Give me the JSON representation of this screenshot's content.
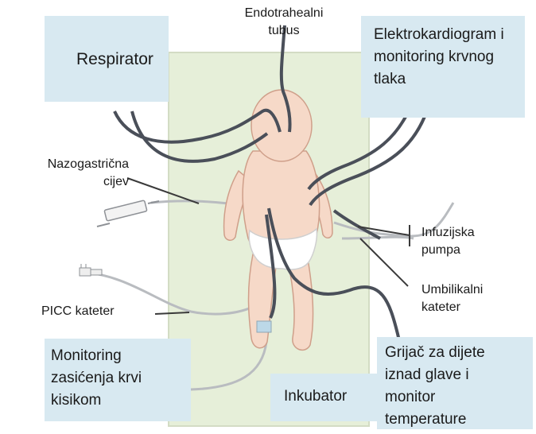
{
  "boxes": {
    "respirator": "Respirator",
    "ekg": "Elektrokardiogram i\nmonitoring krvnog\ntlaka",
    "oxygen": "Monitoring\nzasićenja krvi\nkisikom",
    "warmer": "Grijač za dijete\niznad glave i\nmonitor\ntemperature",
    "incubator": "Inkubator"
  },
  "labels": {
    "endotracheal": "Endotrahealni\ntubus",
    "nasogastric": "Nazogastrična\ncijev",
    "infusion": "Infuzijska\npumpa",
    "umbilical": "Umbilikalni\nkateter",
    "picc": "PICC kateter"
  },
  "colors": {
    "box_fill": "#d8e9f1",
    "incubator_fill": "#e6efd9",
    "tube_dark": "#4a4f59",
    "tube_light": "#b9bcc0",
    "skin": "#f6d9c8",
    "skin_outline": "#cf9f8a",
    "diaper": "#ffffff"
  }
}
